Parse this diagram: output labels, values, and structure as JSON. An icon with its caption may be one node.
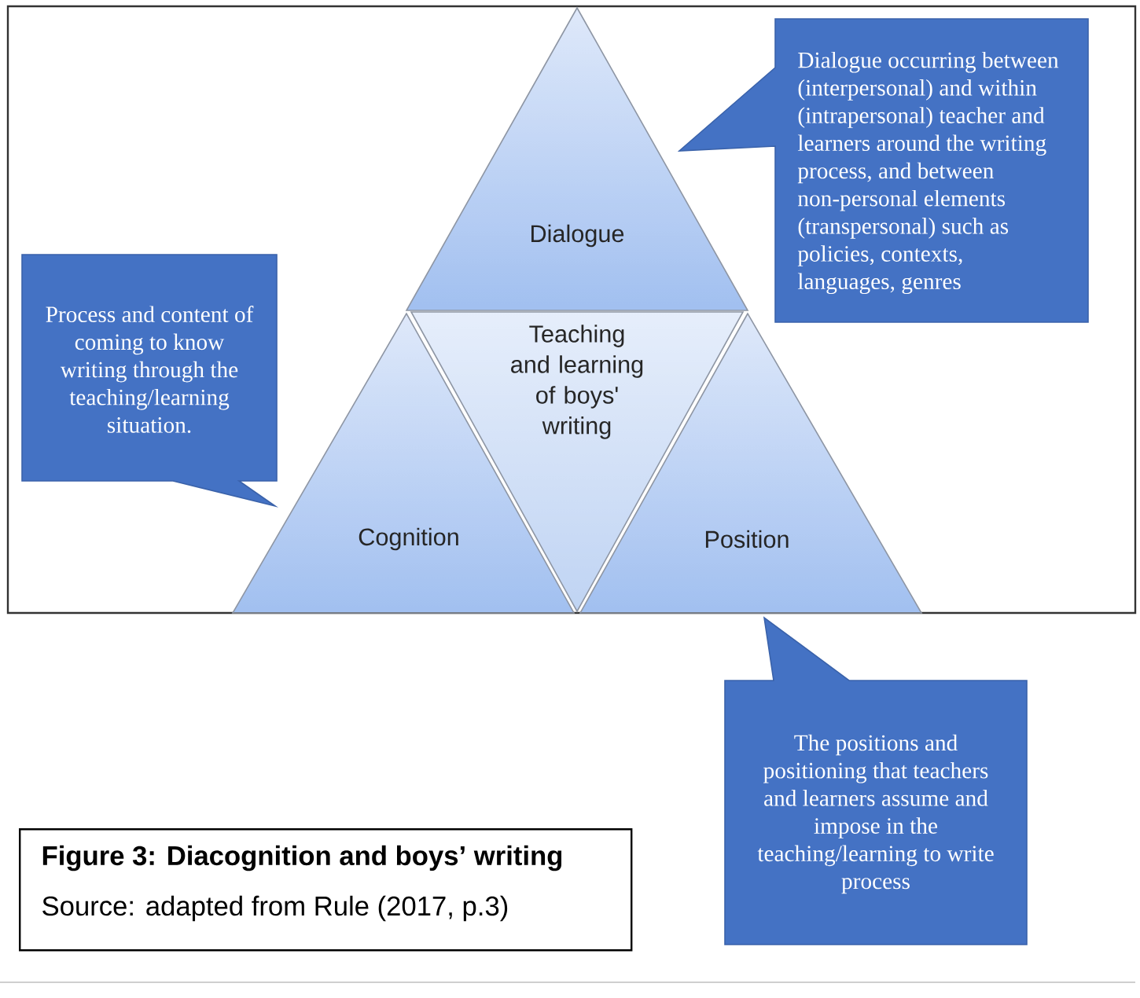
{
  "diagram": {
    "nodes": [
      {
        "text": [
          "Dialogue"
        ]
      },
      {
        "text": [
          "Dialogue occurring between (interpersonal) and within (intrapersonal) teacher and learners around the writing process, and between non-personal elements (transpersonal) such as policies, contexts, languages, genres"
        ]
      },
      {
        "text": [
          "Process and content of coming to know writing through the teaching/learning situation."
        ]
      },
      {
        "text": [
          "Teaching and learning of boys' writing"
        ]
      },
      {
        "text": [
          "Cognition"
        ]
      },
      {
        "text": [
          "Position"
        ]
      },
      {
        "text": [
          "The positions and positioning that teachers and learners assume and impose in the teaching/learning to write process"
        ]
      },
      {
        "text": [
          "Figure 3: Diacognition and boys’ writing",
          "Source: adapted from Rule (2017, p.3)"
        ]
      }
    ]
  }
}
